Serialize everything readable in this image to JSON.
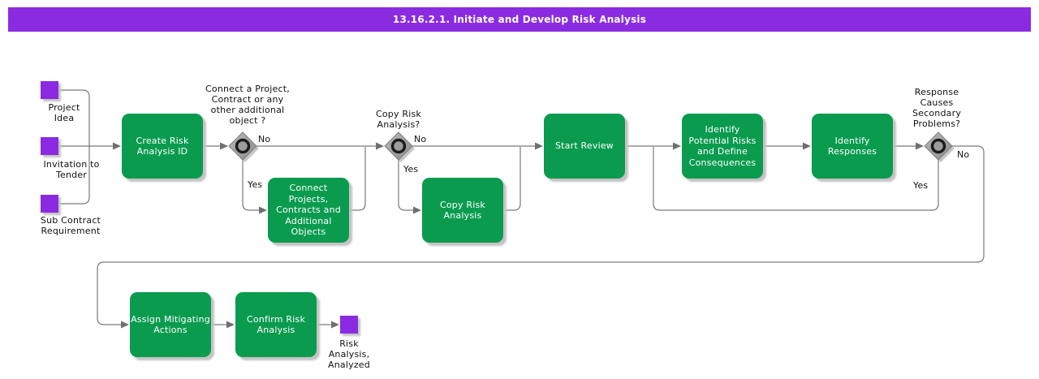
{
  "header": {
    "title": "13.16.2.1. Initiate and Develop Risk Analysis"
  },
  "colors": {
    "header_bg": "#8a2be2",
    "event_purple": "#8a2be2",
    "task_green": "#0a9b4f",
    "line_gray": "#7a7a7a",
    "diamond_gray": "#a6a6a6"
  },
  "start_events": [
    {
      "label": "Project\nIdea"
    },
    {
      "label": "Invitation to\nTender"
    },
    {
      "label": "Sub Contract\nRequirement"
    }
  ],
  "tasks": [
    {
      "label": "Create Risk\nAnalysis ID"
    },
    {
      "label": "Connect\nProjects,\nContracts and\nAdditional\nObjects"
    },
    {
      "label": "Copy Risk\nAnalysis"
    },
    {
      "label": "Start Review"
    },
    {
      "label": "Identify\nPotential Risks\nand Define\nConsequences"
    },
    {
      "label": "Identify\nResponses"
    },
    {
      "label": "Assign Mitigating\nActions"
    },
    {
      "label": "Confirm Risk\nAnalysis"
    }
  ],
  "decisions": [
    {
      "question": "Connect a Project,\nContract or any\nother additional\nobject ?",
      "yes_label": "Yes",
      "no_label": "No"
    },
    {
      "question": "Copy Risk\nAnalysis?",
      "yes_label": "Yes",
      "no_label": "No"
    },
    {
      "question": "Response\nCauses\nSecondary\nProblems?",
      "yes_label": "Yes",
      "no_label": "No"
    }
  ],
  "end_event": {
    "label": "Risk\nAnalysis,\nAnalyzed"
  }
}
